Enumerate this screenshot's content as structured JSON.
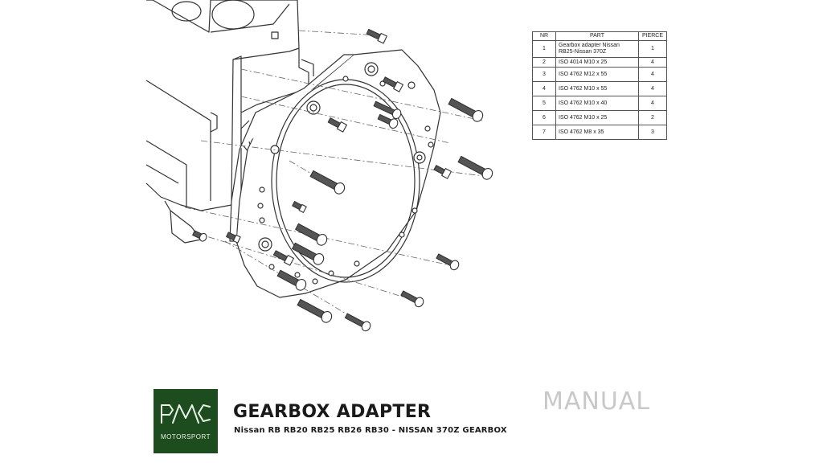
{
  "table": {
    "headers": [
      "NR",
      "PART",
      "PIERCE"
    ],
    "rows": [
      {
        "nr": "1",
        "part": "Gearbox adapter Nissan RB25-Nissan 370Z",
        "pierce": "1"
      },
      {
        "nr": "2",
        "part": "ISO 4014 M10 x 25",
        "pierce": "4"
      },
      {
        "nr": "3",
        "part": "ISO 4762 M12 x 55",
        "pierce": "4"
      },
      {
        "nr": "4",
        "part": "ISO 4762 M10 x 55",
        "pierce": "4"
      },
      {
        "nr": "5",
        "part": "ISO 4762 M10 x 40",
        "pierce": "4"
      },
      {
        "nr": "6",
        "part": "ISO 4762 M10 x 25",
        "pierce": "2"
      },
      {
        "nr": "7",
        "part": "ISO 4762 M8 x 35",
        "pierce": "3"
      }
    ]
  },
  "logo": {
    "sub": "MOTORSPORT",
    "mark": "PMC"
  },
  "title": "GEARBOX ADAPTER",
  "subtitle": "Nissan RB RB20 RB25 RB26 RB30 - NISSAN 370Z GEARBOX",
  "manual_label": "MANUAL",
  "colors": {
    "logo_bg": "#1d4d1f",
    "line": "#333333",
    "manual": "#c8c8c8"
  }
}
